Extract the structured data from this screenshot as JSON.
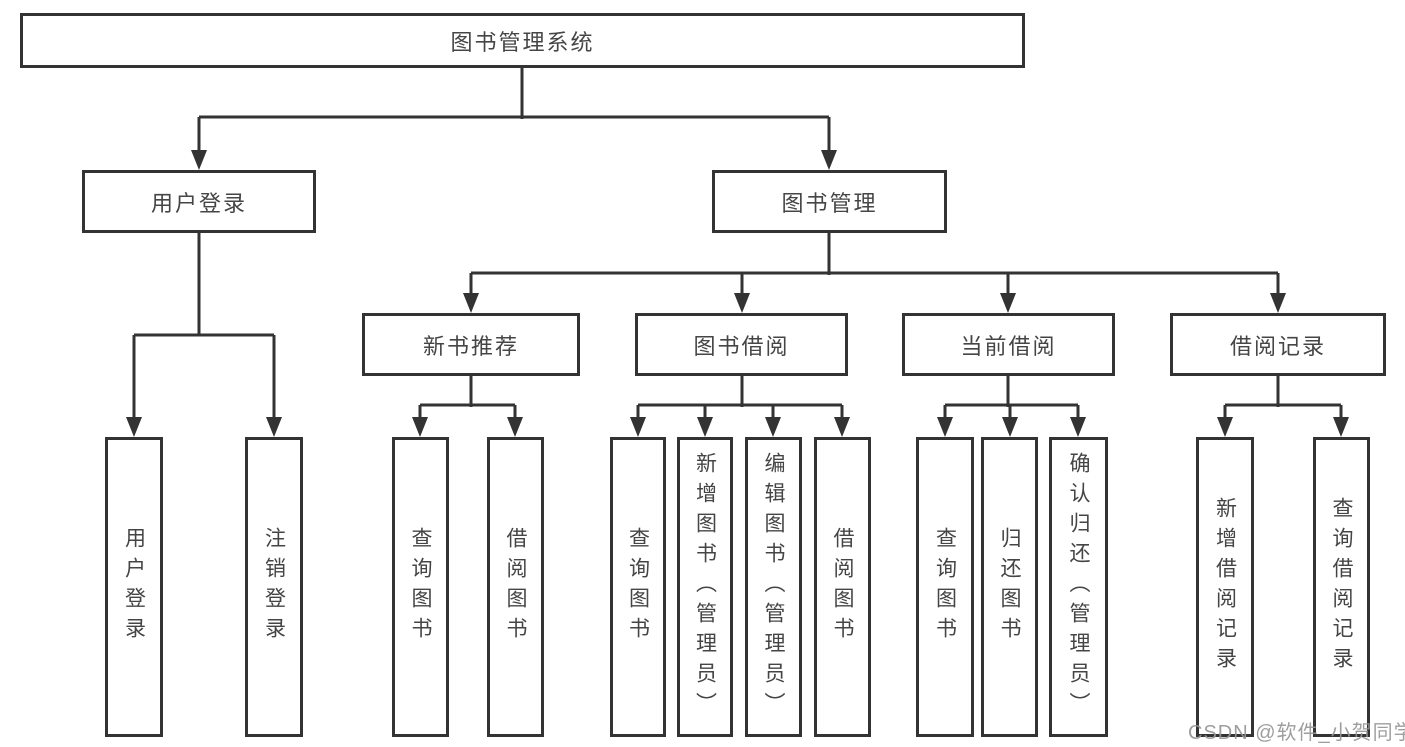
{
  "tree": {
    "label": "图书管理系统",
    "children": [
      {
        "label": "用户登录",
        "children": [
          {
            "label": "用户登录"
          },
          {
            "label": "注销登录"
          }
        ]
      },
      {
        "label": "图书管理",
        "children": [
          {
            "label": "新书推荐",
            "children": [
              {
                "label": "查询图书"
              },
              {
                "label": "借阅图书"
              }
            ]
          },
          {
            "label": "图书借阅",
            "children": [
              {
                "label": "查询图书"
              },
              {
                "label": "新增图书（管理员）"
              },
              {
                "label": "编辑图书（管理员）"
              },
              {
                "label": "借阅图书"
              }
            ]
          },
          {
            "label": "当前借阅",
            "children": [
              {
                "label": "查询图书"
              },
              {
                "label": "归还图书"
              },
              {
                "label": "确认归还（管理员）"
              }
            ]
          },
          {
            "label": "借阅记录",
            "children": [
              {
                "label": "新增借阅记录"
              },
              {
                "label": "查询借阅记录"
              }
            ]
          }
        ]
      }
    ]
  },
  "watermark": {
    "text": "CSDN @软件_小贺同学"
  },
  "colors": {
    "line": "#333333",
    "box_border": "#333333",
    "text": "#454545",
    "watermark": "#969696",
    "background": "#ffffff"
  }
}
